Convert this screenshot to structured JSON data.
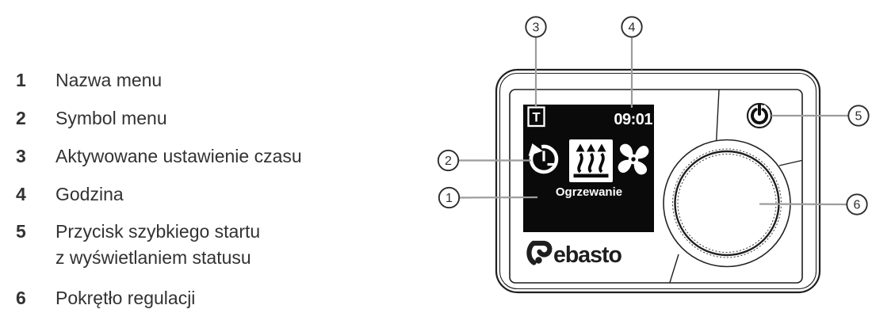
{
  "legend": {
    "items": [
      {
        "num": "1",
        "label": "Nazwa menu"
      },
      {
        "num": "2",
        "label": "Symbol menu"
      },
      {
        "num": "3",
        "label": "Aktywowane ustawienie czasu"
      },
      {
        "num": "4",
        "label": "Godzina"
      },
      {
        "num": "5",
        "label": "Przycisk szybkiego startu\nz wyświetlaniem statusu"
      },
      {
        "num": "6",
        "label": "Pokrętło regulacji"
      }
    ]
  },
  "callouts": {
    "labels": [
      "1",
      "2",
      "3",
      "4",
      "5",
      "6"
    ]
  },
  "device": {
    "logo_text": "Webasto",
    "logo_text_rest": "ebasto",
    "screen": {
      "timer_flag": "T",
      "time": "09:01",
      "menu_name": "Ogrzewanie",
      "icons": [
        "timer-icon",
        "heating-icon",
        "fan-icon"
      ]
    }
  },
  "colors": {
    "line_art": "#1f1f1f",
    "callout_line": "#9c9c9c",
    "screen_bg": "#0a0a0a",
    "screen_fg": "#ffffff",
    "text": "#323232"
  }
}
